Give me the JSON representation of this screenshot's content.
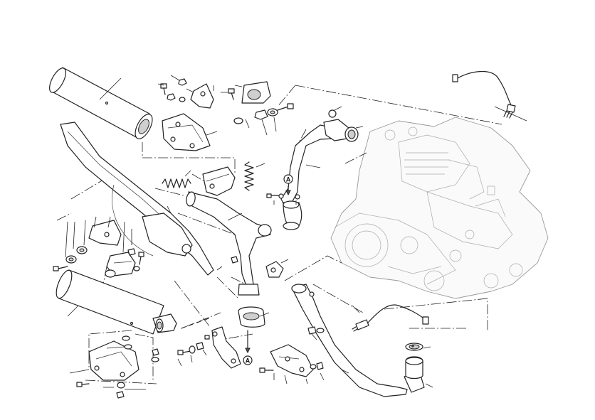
{
  "diagram": {
    "reference_markers": [
      {
        "id": "ref-a-top",
        "label": "A"
      },
      {
        "id": "ref-a-bottom",
        "label": "A"
      }
    ]
  },
  "colors": {
    "line": "#222222",
    "engine_outline": "#999999",
    "background": "#ffffff"
  },
  "icons": [
    "muffler-icon",
    "exhaust-pipe-icon",
    "lambda-sensor-icon",
    "engine-icon",
    "bolt-icon",
    "spring-icon",
    "heat-shield-icon",
    "bracket-icon",
    "gasket-icon",
    "clamp-icon"
  ]
}
